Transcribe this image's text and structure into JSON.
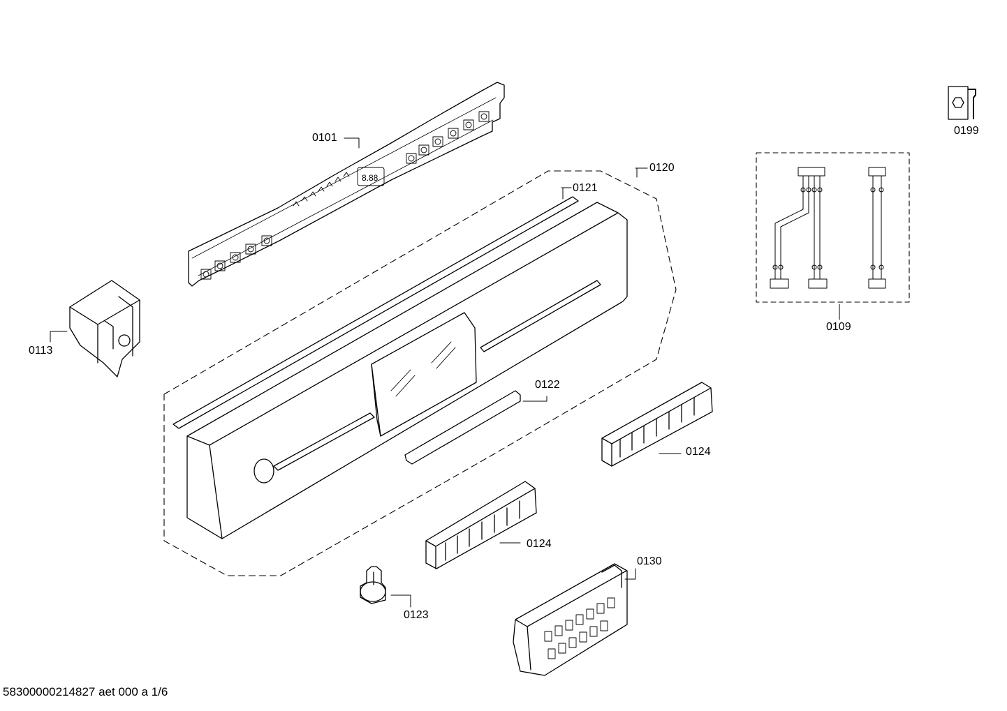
{
  "parts": {
    "p0101": "0101",
    "p0199": "0199",
    "p0120": "0120",
    "p0121": "0121",
    "p0109": "0109",
    "p0113": "0113",
    "p0122": "0122",
    "p0124a": "0124",
    "p0124b": "0124",
    "p0130": "0130",
    "p0123": "0123"
  },
  "footer": "58300000214827 aet 000 a 1/6"
}
